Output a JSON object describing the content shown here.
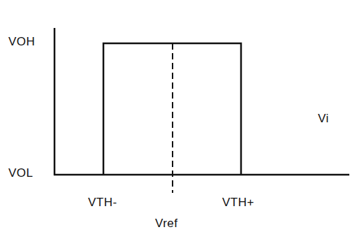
{
  "diagram": {
    "labels": [
      "VOH",
      "VOL",
      "Vi",
      "VTH-",
      "VTH+",
      "Vref"
    ]
  }
}
